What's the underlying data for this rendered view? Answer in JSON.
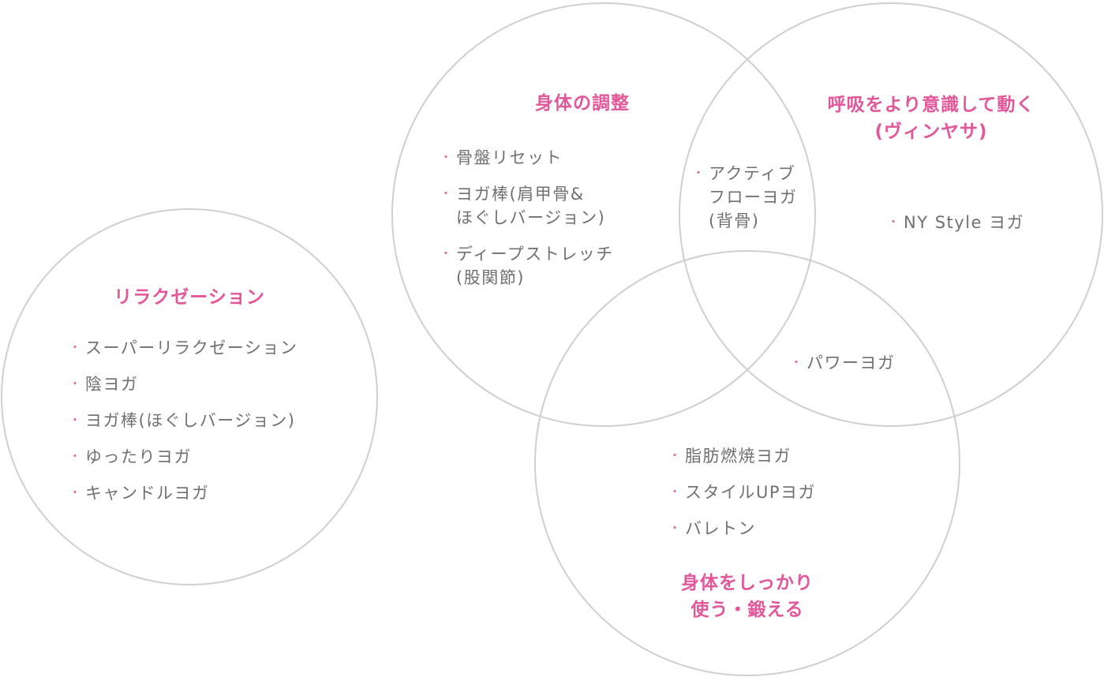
{
  "diagram": {
    "bullet_glyph": "・",
    "relax": {
      "title": "リラクゼーション",
      "items": [
        "スーパーリラクゼーション",
        "陰ヨガ",
        "ヨガ棒(ほぐしバージョン)",
        "ゆったりヨガ",
        "キャンドルヨガ"
      ]
    },
    "adjust": {
      "title": "身体の調整",
      "items": [
        {
          "line1": "骨盤リセット",
          "line2": ""
        },
        {
          "line1": "ヨガ棒(肩甲骨&",
          "line2": "ほぐしバージョン)"
        },
        {
          "line1": "ディープストレッチ",
          "line2": "(股関節)"
        }
      ]
    },
    "breath": {
      "title_line1": "呼吸をより意識して動く",
      "title_line2": "(ヴィンヤサ)",
      "items": [
        "NY Style ヨガ"
      ]
    },
    "overlap_adjust_breath": {
      "line1": "アクティブ",
      "line2": "フローヨガ",
      "line3": "(背骨)"
    },
    "overlap_breath_strong": {
      "item": "パワーヨガ"
    },
    "strong": {
      "title_line1": "身体をしっかり",
      "title_line2": "使う・鍛える",
      "items": [
        "脂肪燃焼ヨガ",
        "スタイルUPヨガ",
        "バレトン"
      ]
    },
    "colors": {
      "accent": "#e2579a",
      "text": "#707070",
      "circle_stroke": "#cfcfcf"
    }
  }
}
